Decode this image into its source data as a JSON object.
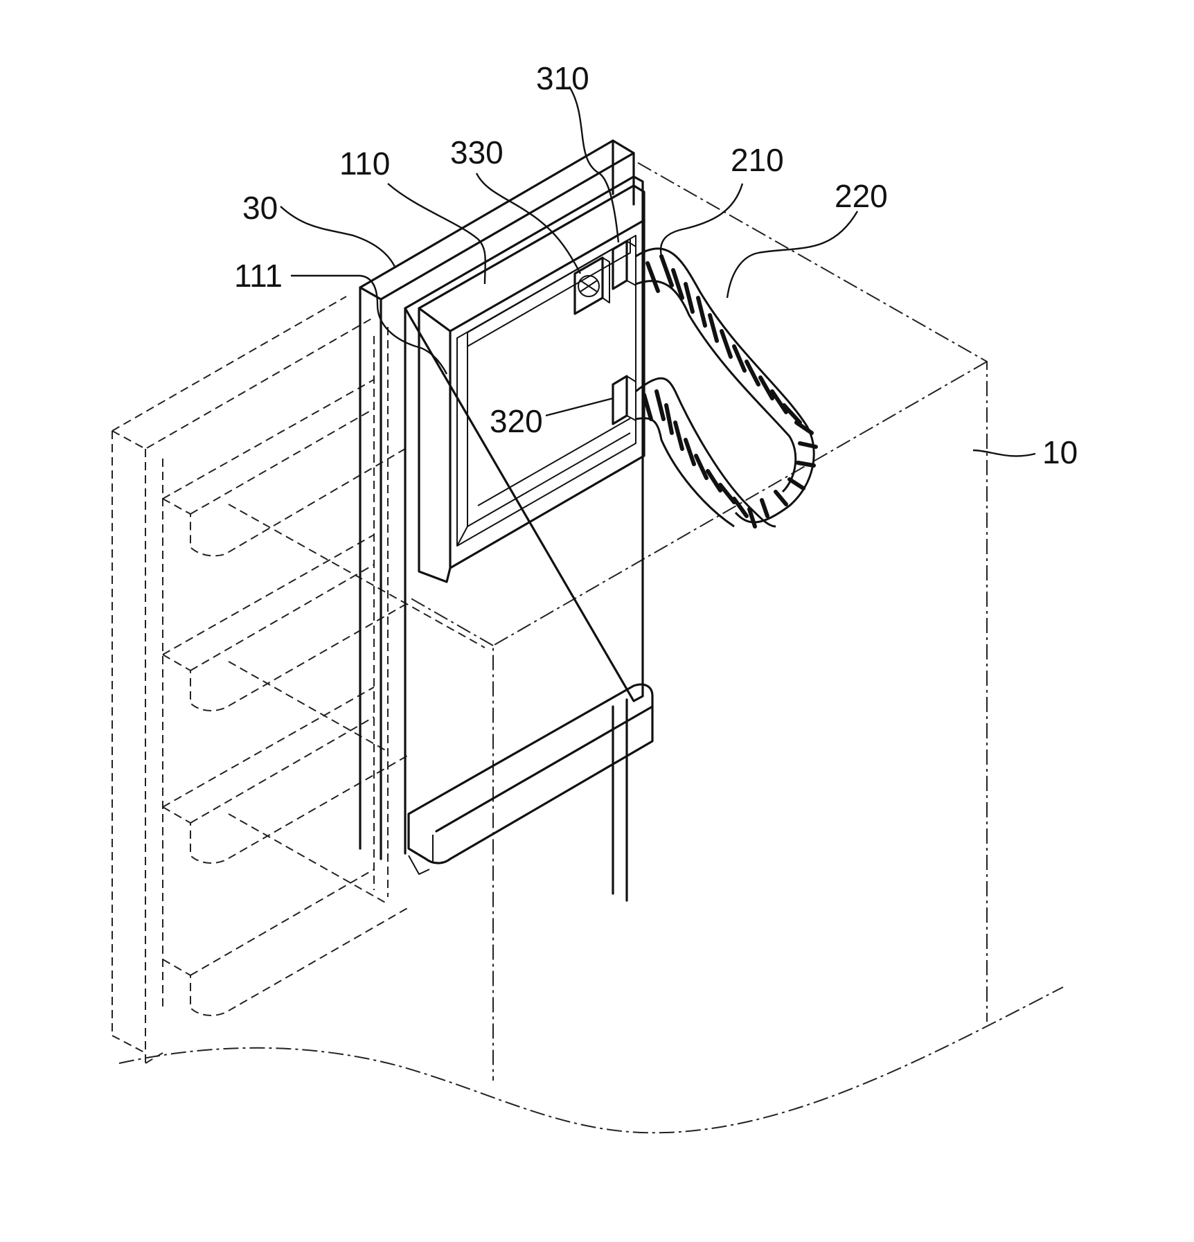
{
  "figure": {
    "reference_numerals": {
      "r310": "310",
      "r330": "330",
      "r110": "110",
      "r210": "210",
      "r220": "220",
      "r30": "30",
      "r111": "111",
      "r320": "320",
      "r10": "10"
    }
  }
}
